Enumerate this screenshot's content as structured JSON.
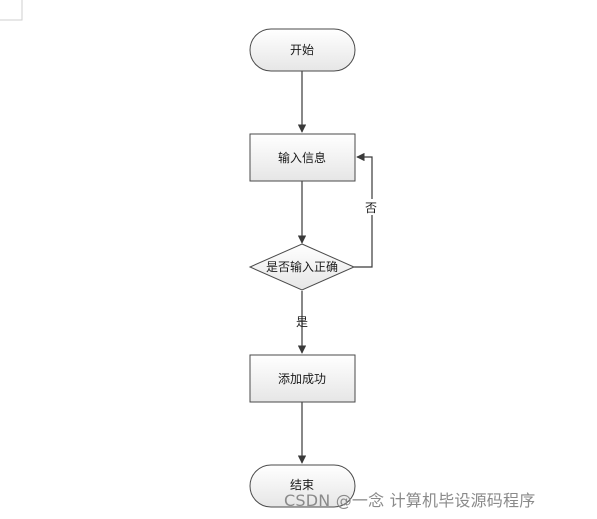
{
  "colors": {
    "node_fill_top": "#ffffff",
    "node_fill_bottom": "#e9e9e9",
    "node_stroke": "#4a4a4a",
    "edge": "#3a3a3a",
    "watermark": "#8a8a8a"
  },
  "nodes": {
    "start": {
      "label": "开始"
    },
    "input": {
      "label": "输入信息"
    },
    "check": {
      "label": "是否输入正确"
    },
    "success": {
      "label": "添加成功"
    },
    "end": {
      "label": "结束"
    }
  },
  "edges": {
    "no_label": "否",
    "yes_label": "是"
  },
  "watermark": {
    "text": "CSDN @一念 计算机毕设源码程序"
  }
}
